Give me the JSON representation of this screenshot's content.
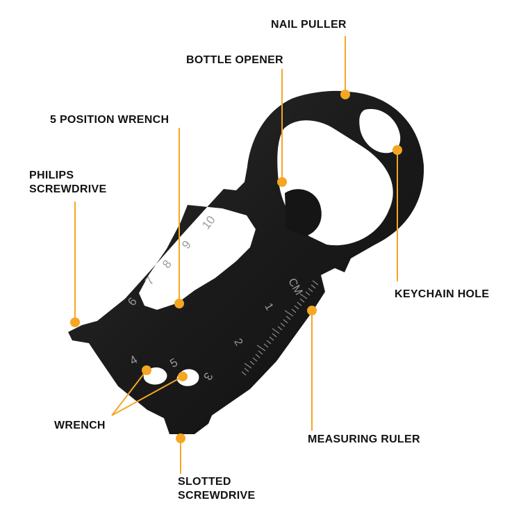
{
  "colors": {
    "accent": "#F5A623",
    "tool": "#1c1c1c",
    "text": "#111111",
    "background": "#ffffff"
  },
  "labels": {
    "nail_puller": "NAIL PULLER",
    "bottle_opener": "BOTTLE OPENER",
    "five_position_wrench": "5 POSITION WRENCH",
    "philips_line1": "PHILIPS",
    "philips_line2": "SCREWDRIVE",
    "keychain_hole": "KEYCHAIN HOLE",
    "wrench": "WRENCH",
    "measuring_ruler": "MEASURING RULER",
    "slotted_line1": "SLOTTED",
    "slotted_line2": "SCREWDRIVE"
  },
  "tool_markings": {
    "wrench_sizes": [
      "10",
      "9",
      "8",
      "7",
      "6"
    ],
    "small_wrench_sizes": [
      "4",
      "5",
      "3"
    ],
    "ruler_unit": "CM",
    "ruler_numbers": [
      "1",
      "2"
    ]
  }
}
